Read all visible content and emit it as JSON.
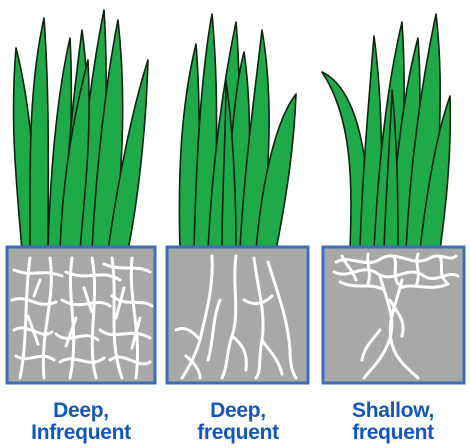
{
  "colors": {
    "grass": "#1faa4a",
    "grass_outline": "#0a2410",
    "soil": "#a8a8a8",
    "soil_border": "#3d6fb8",
    "root": "#ffffff",
    "caption": "#1457b8"
  },
  "panels": [
    {
      "caption_line1": "Deep,",
      "caption_line2": "Infrequent",
      "root_pattern": "deep-dense"
    },
    {
      "caption_line1": "Deep,",
      "caption_line2": "frequent",
      "root_pattern": "deep-sparse"
    },
    {
      "caption_line1": "Shallow,",
      "caption_line2": "frequent",
      "root_pattern": "shallow-mat"
    }
  ]
}
